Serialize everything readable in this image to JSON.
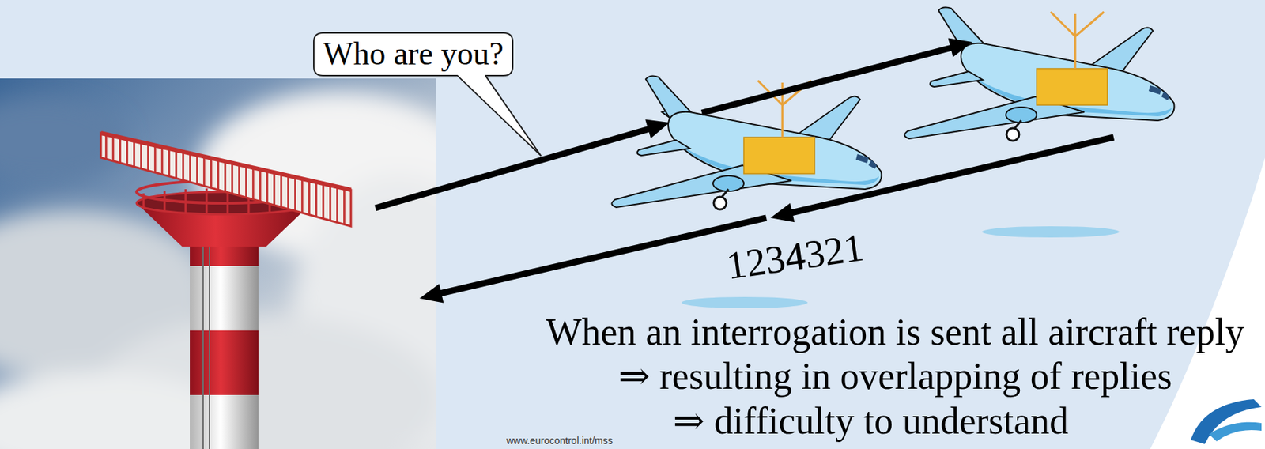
{
  "diagram": {
    "nodes": [
      {
        "text": [
          "Who are you?"
        ]
      }
    ],
    "labels": [
      "1234",
      "4321",
      "When an interrogation is sent all aircraft reply",
      "⇒ resulting in overlapping of replies",
      "⇒ difficulty to understand",
      "www.eurocontrol.int/mss"
    ]
  }
}
